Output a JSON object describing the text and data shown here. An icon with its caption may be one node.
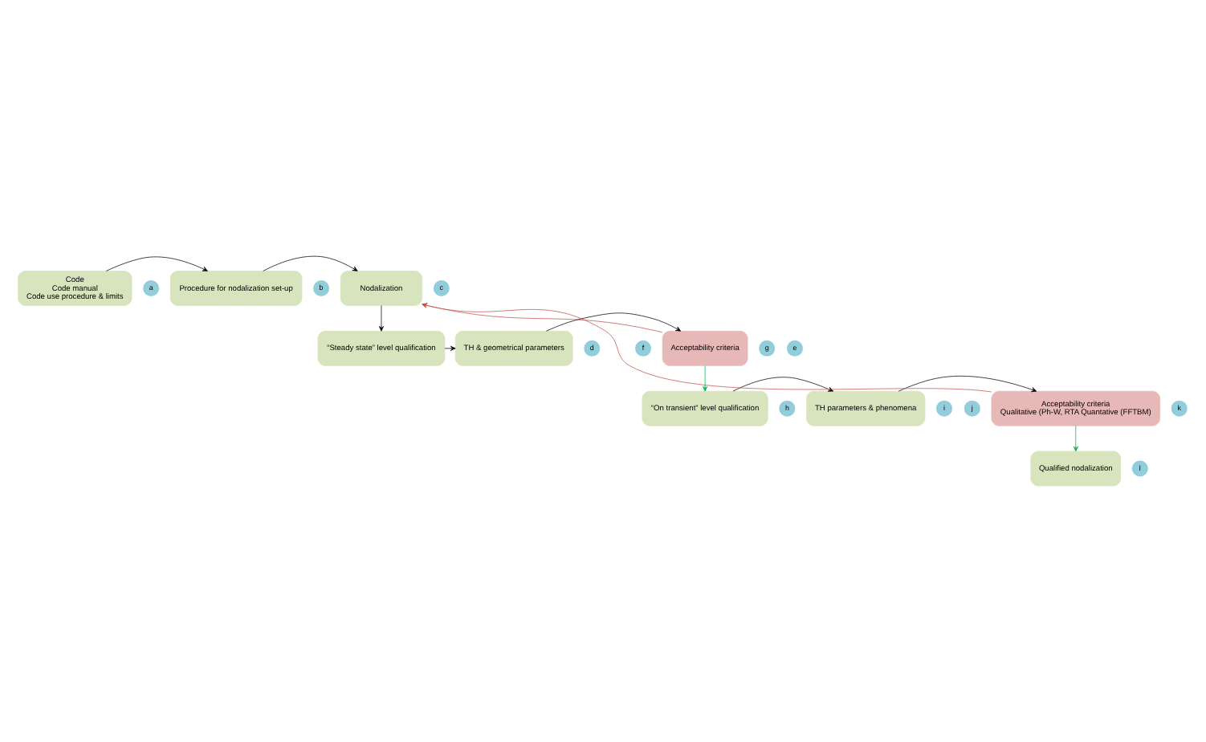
{
  "diagram": {
    "nodes": [
      {
        "text": [
          "Code",
          "Code manual",
          "Code use procedure & limits"
        ]
      },
      {
        "text": [
          "a"
        ]
      },
      {
        "text": [
          "Procedure for nodalization set-up"
        ]
      },
      {
        "text": [
          "b"
        ]
      },
      {
        "text": [
          "Nodalization"
        ]
      },
      {
        "text": [
          "c"
        ]
      },
      {
        "text": [
          "Acceptability criteria"
        ]
      },
      {
        "text": [
          "g"
        ]
      },
      {
        "text": [
          "f"
        ]
      },
      {
        "text": [
          "TH & geometrical parameters"
        ]
      },
      {
        "text": [
          "e"
        ]
      },
      {
        "text": [
          "“Steady state” level qualification"
        ]
      },
      {
        "text": [
          "d"
        ]
      },
      {
        "text": [
          "“On transient” level qualification"
        ]
      },
      {
        "text": [
          "h"
        ]
      },
      {
        "text": [
          "TH parameters & phenomena"
        ]
      },
      {
        "text": [
          "i"
        ]
      },
      {
        "text": [
          "Acceptability criteria",
          "Qualitative (Ph-W, RTA Quantative (FFTBM)"
        ]
      },
      {
        "text": [
          "j"
        ]
      },
      {
        "text": [
          "k"
        ]
      },
      {
        "text": [
          "Qualified nodalization"
        ]
      },
      {
        "text": [
          "l"
        ]
      }
    ],
    "edges": [
      {
        "from": 0,
        "to": 2,
        "arrow": "to"
      },
      {
        "from": 2,
        "to": 4,
        "arrow": "to"
      },
      {
        "from": 4,
        "to": 11,
        "arrow": "to"
      },
      {
        "from": 11,
        "to": 9,
        "arrow": "to"
      },
      {
        "from": 9,
        "to": 6,
        "arrow": "to"
      },
      {
        "from": 6,
        "to": 4,
        "arrow": "to",
        "color": "#c0504d"
      },
      {
        "from": 6,
        "to": 13,
        "arrow": "to",
        "color": "#00b050"
      },
      {
        "from": 13,
        "to": 15,
        "arrow": "to"
      },
      {
        "from": 15,
        "to": 17,
        "arrow": "to"
      },
      {
        "from": 17,
        "to": 20,
        "arrow": "to",
        "color": "#00b050"
      },
      {
        "from": 17,
        "to": 4,
        "arrow": "to",
        "color": "#c0504d"
      }
    ]
  }
}
